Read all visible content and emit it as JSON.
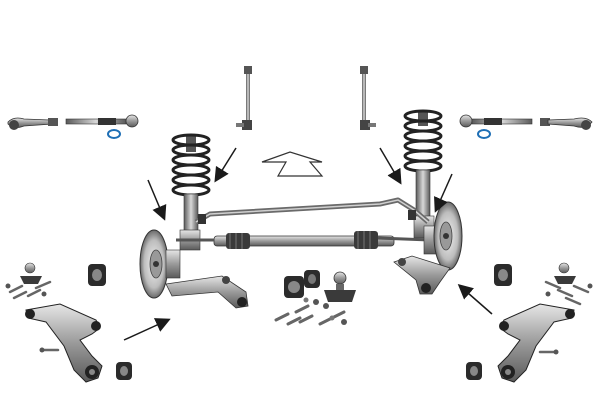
{
  "diagram": {
    "kind": "front-suspension-parts-kit",
    "colors": {
      "background": "#ffffff",
      "metal_dark": "#3a3a3a",
      "metal_mid": "#8a8a8a",
      "metal_light": "#cfcfcf",
      "rubber": "#2b2b2b",
      "ring_blue": "#1f6fb5",
      "arrow": "#1a1a1a"
    },
    "parts": [
      "tie-rod-end",
      "inner-tie-rod",
      "stabilizer-link",
      "coil-spring-strut",
      "stabilizer-bar",
      "steering-rack",
      "brake-disc",
      "lower-control-arm",
      "bushing",
      "ball-joint",
      "bolt-set",
      "wishbone-arm"
    ],
    "direction_marker": "forward-arrow"
  }
}
